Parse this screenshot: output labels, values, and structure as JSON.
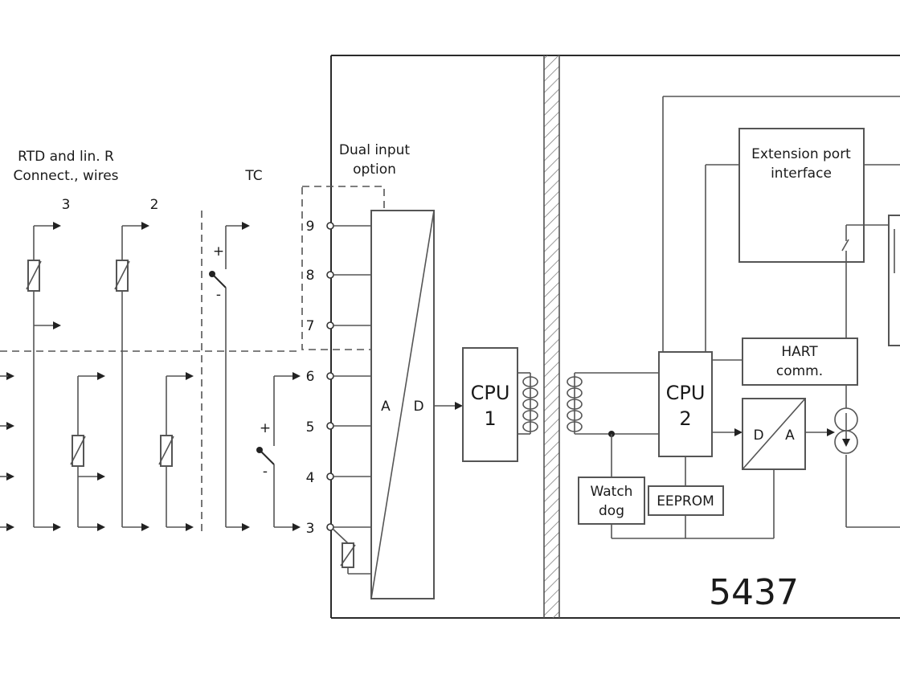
{
  "labels": {
    "rtd_line1": "RTD and lin. R",
    "rtd_line2": "Connect., wires",
    "wires_3": "3",
    "wires_2": "2",
    "tc": "TC",
    "dual_line1": "Dual input",
    "dual_line2": "option",
    "adc_a": "A",
    "adc_d": "D",
    "cpu1_line1": "CPU",
    "cpu1_line2": "1",
    "cpu2_line1": "CPU",
    "cpu2_line2": "2",
    "ext_line1": "Extension port",
    "ext_line2": "interface",
    "hart_line1": "HART",
    "hart_line2": "comm.",
    "dac_d": "D",
    "dac_a": "A",
    "watch_line1": "Watch",
    "watch_line2": "dog",
    "eeprom": "EEPROM",
    "model": "5437",
    "tc_plus_top": "+",
    "tc_minus_top": "-",
    "tc_plus_bottom": "+",
    "tc_minus_bottom": "-"
  },
  "terminals": [
    "9",
    "8",
    "7",
    "6",
    "5",
    "4",
    "3"
  ]
}
